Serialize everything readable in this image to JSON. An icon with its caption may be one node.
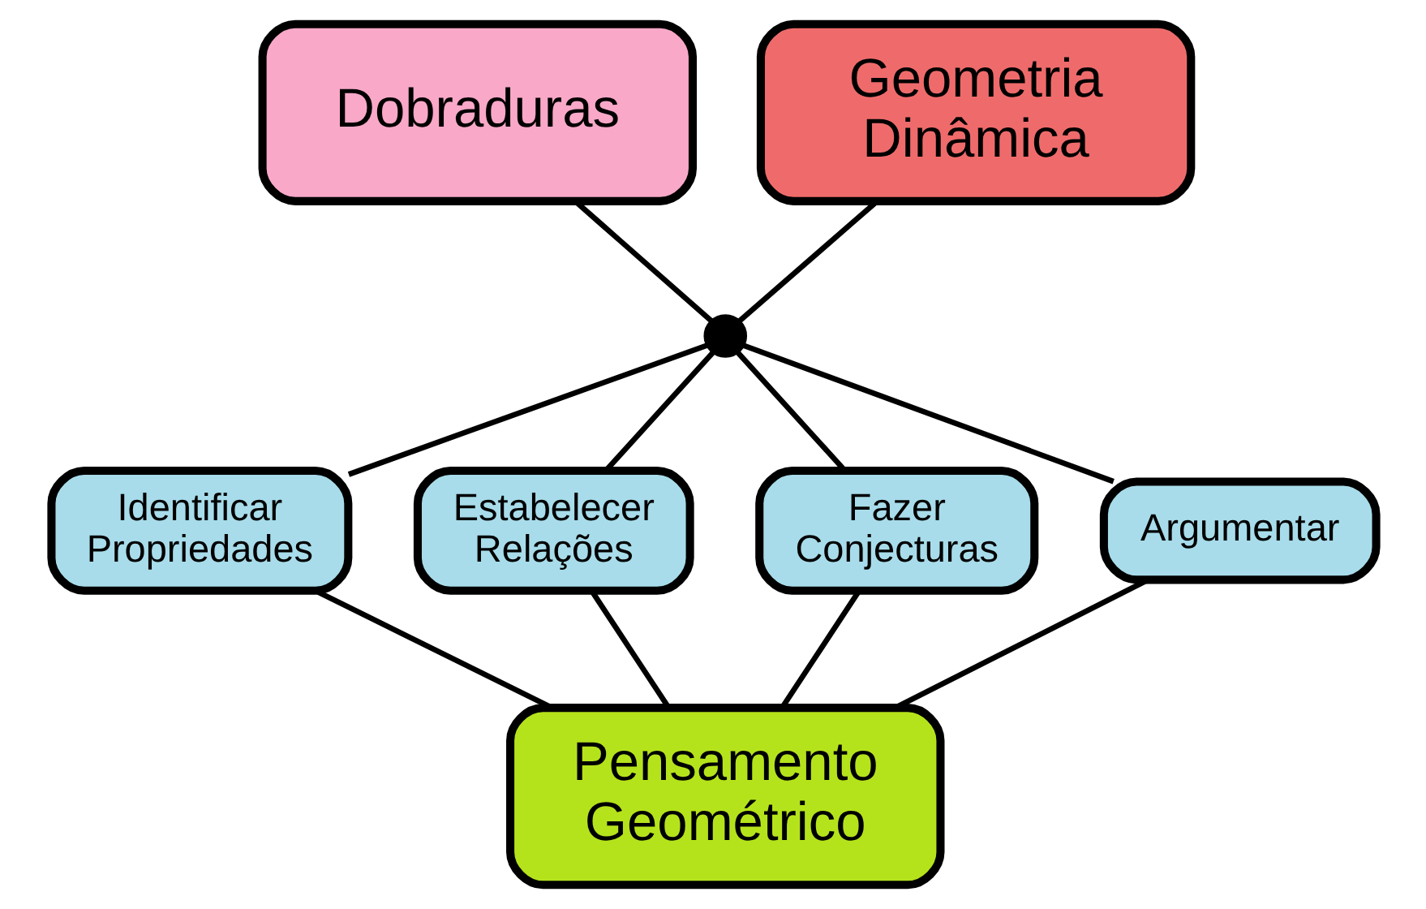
{
  "diagram": {
    "nodes": [
      {
        "text": [
          "Dobraduras"
        ]
      },
      {
        "text": [
          "Geometria Dinâmica"
        ]
      },
      {
        "text": [],
        "shape": "circle"
      },
      {
        "text": [
          "Identificar Propriedades"
        ]
      },
      {
        "text": [
          "Estabelecer Relações"
        ]
      },
      {
        "text": [
          "Fazer Conjecturas"
        ]
      },
      {
        "text": [
          "Argumentar"
        ]
      },
      {
        "text": [
          "Pensamento Geométrico"
        ]
      }
    ],
    "edges": [
      {
        "from": 0,
        "to": 2,
        "arrow": "none"
      },
      {
        "from": 1,
        "to": 2,
        "arrow": "none"
      },
      {
        "from": 2,
        "to": 3,
        "arrow": "none"
      },
      {
        "from": 2,
        "to": 4,
        "arrow": "none"
      },
      {
        "from": 2,
        "to": 5,
        "arrow": "none"
      },
      {
        "from": 2,
        "to": 6,
        "arrow": "none"
      },
      {
        "from": 3,
        "to": 7,
        "arrow": "none"
      },
      {
        "from": 4,
        "to": 7,
        "arrow": "none"
      },
      {
        "from": 5,
        "to": 7,
        "arrow": "none"
      },
      {
        "from": 6,
        "to": 7,
        "arrow": "none"
      }
    ]
  }
}
